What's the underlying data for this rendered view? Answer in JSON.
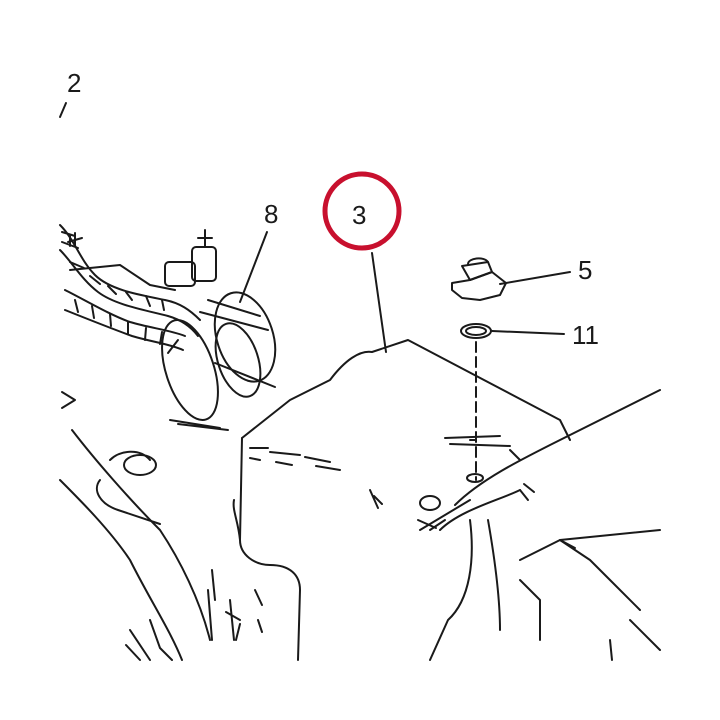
{
  "diagram": {
    "callouts": {
      "part_2": "2",
      "part_8": "8",
      "part_3": "3",
      "part_5": "5",
      "part_11": "11"
    },
    "highlighted_part": "3",
    "colors": {
      "line": "#1a1a1a",
      "highlight_ring": "#c8102e",
      "background": "#ffffff"
    }
  }
}
